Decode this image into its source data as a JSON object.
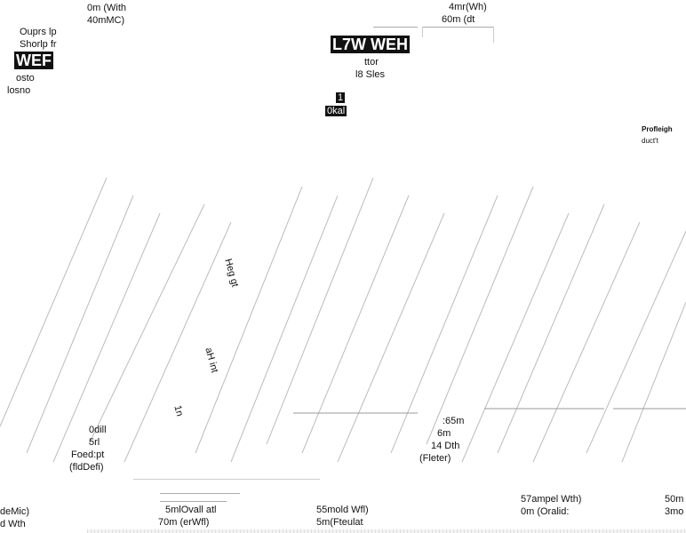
{
  "fragments": {
    "top_left_1": "0m (With",
    "top_left_2": "40mMC)",
    "block_1": "Ouprs lp",
    "block_2": "Shorlp fr",
    "block_3": "WEF",
    "block_4": "osto",
    "block_5": "losno",
    "top_center_1": "4mr(Wh)",
    "top_center_2": "60m (dt",
    "center_big": "L7W WEH",
    "center_1": "ttor",
    "center_2": "l8 Sles",
    "badge_1": "1",
    "badge_2": "0kal",
    "right_1": "Profleigh",
    "right_2": "duct't",
    "mid_1": "Heg gt",
    "mid_2": "aH int",
    "mid_3": "1n",
    "bottom_1": "0dill",
    "bottom_2": "5rl",
    "bottom_3": "Foed:pt",
    "bottom_4": "(fldDefi)",
    "bottom_5": ":65m",
    "bottom_6": "6m",
    "bottom_7": "14 Dth",
    "bottom_8": "(Fleter)",
    "bottom_9": "5mlOvall atl",
    "bottom_10": "70m (erWfl)",
    "bottom_11": "55mold Wfl)",
    "bottom_12": "5m(Fteulat",
    "bottom_13": "57ampel Wth)",
    "bottom_14": "0m (Oralid:",
    "bottom_15": "50m",
    "bottom_16": "3mo",
    "bottom_17": "deMic)",
    "bottom_18": "d Wth"
  }
}
